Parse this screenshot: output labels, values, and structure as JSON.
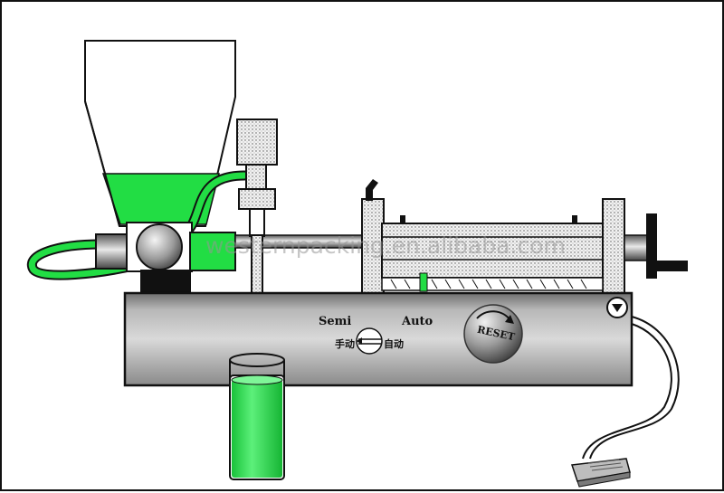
{
  "panel": {
    "semi_label": "Semi",
    "auto_label": "Auto",
    "manual_cn": "手动",
    "auto_cn": "自动",
    "reset_label": "RESET"
  },
  "watermark": "westernpacking.en.alibaba.com",
  "colors": {
    "liquid_green": "#22dd44",
    "outline": "#111111",
    "panel_gray": "#9a9a9a"
  },
  "icons": {
    "dropdown": "triangle-down-icon",
    "mode_switch": "rotary-switch-icon",
    "reset": "reset-knob-icon",
    "pedal": "foot-pedal-icon"
  }
}
